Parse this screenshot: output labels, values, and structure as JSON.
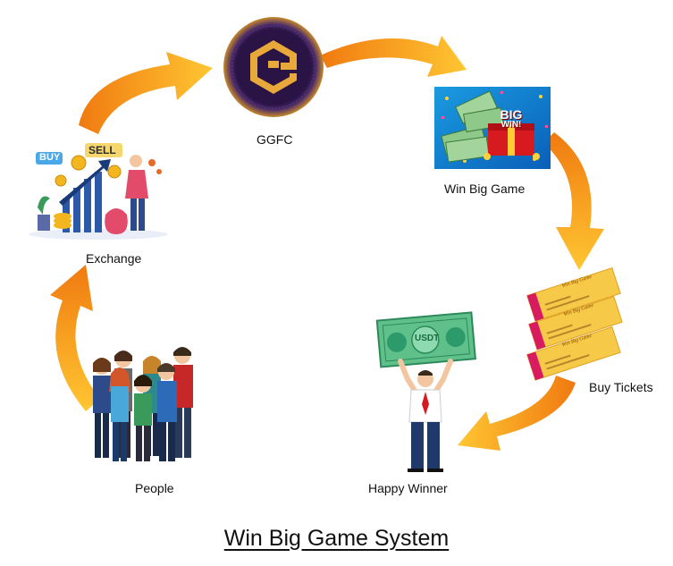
{
  "title": "Win Big Game System",
  "nodes": {
    "ggfc": {
      "label": "GGFC",
      "icon": "ggfc-coin-icon"
    },
    "win_big_game": {
      "label": "Win Big Game",
      "icon": "money-big-win-icon",
      "badge_line1": "BIG",
      "badge_line2": "WIN!"
    },
    "buy_tickets": {
      "label": "Buy Tickets",
      "icon": "lottery-tickets-icon",
      "ticket_text": "Win Big Game"
    },
    "happy_winner": {
      "label": "Happy Winner",
      "icon": "man-holding-usdt-banknote-icon",
      "banknote_text": "USDT"
    },
    "people": {
      "label": "People",
      "icon": "group-of-people-icon"
    },
    "exchange": {
      "label": "Exchange",
      "icon": "buy-sell-exchange-icon",
      "buy_text": "BUY",
      "sell_text": "SELL"
    }
  },
  "colors": {
    "arrow_dark": "#f07a10",
    "arrow_light": "#ffd23a",
    "coin_dark": "#2a1345",
    "coin_gold": "#e8a93a",
    "banknote_green": "#3fb37a",
    "ticket_yellow": "#f7c948",
    "ticket_pink": "#d81b60"
  }
}
